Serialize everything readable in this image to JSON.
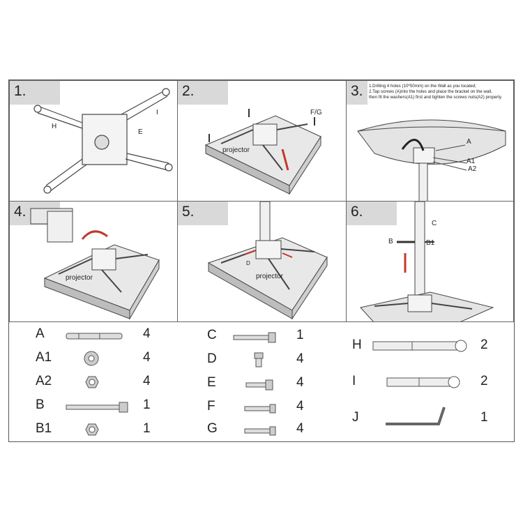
{
  "steps": [
    {
      "number": "1.",
      "labels": {
        "h": "H",
        "i": "I",
        "e": "E"
      }
    },
    {
      "number": "2.",
      "labels": {
        "projector": "projector",
        "fg": "F/G"
      }
    },
    {
      "number": "3.",
      "instructions": [
        "1.Drilling 4 holes (10*50mm) on the Wall as you located;",
        "2.Tap screws (A)into the holes and place the bracket on the wall,",
        "then fit the washers(A1) first and tighten the screws nuts(A2) properly."
      ],
      "labels": {
        "a": "A",
        "a1": "A1",
        "a2": "A2"
      }
    },
    {
      "number": "4.",
      "labels": {
        "projector": "projector"
      }
    },
    {
      "number": "5.",
      "labels": {
        "projector": "projector",
        "d": "D"
      }
    },
    {
      "number": "6.",
      "labels": {
        "b": "B",
        "b1": "B1",
        "c": "C"
      }
    }
  ],
  "parts_left": [
    {
      "letter": "A",
      "qty": "4",
      "icon": "long-bolt-icon"
    },
    {
      "letter": "A1",
      "qty": "4",
      "icon": "washer-icon"
    },
    {
      "letter": "A2",
      "qty": "4",
      "icon": "nut-icon"
    },
    {
      "letter": "B",
      "qty": "1",
      "icon": "hex-bolt-icon"
    },
    {
      "letter": "B1",
      "qty": "1",
      "icon": "hex-nut-icon"
    }
  ],
  "parts_mid": [
    {
      "letter": "C",
      "qty": "1",
      "icon": "screw-icon"
    },
    {
      "letter": "D",
      "qty": "4",
      "icon": "short-screw-icon"
    },
    {
      "letter": "E",
      "qty": "4",
      "icon": "screw-icon"
    },
    {
      "letter": "F",
      "qty": "4",
      "icon": "screw-icon"
    },
    {
      "letter": "G",
      "qty": "4",
      "icon": "screw-icon"
    }
  ],
  "parts_right": [
    {
      "letter": "H",
      "qty": "2",
      "icon": "arm-bracket-icon"
    },
    {
      "letter": "I",
      "qty": "2",
      "icon": "arm-bracket-icon"
    },
    {
      "letter": "J",
      "qty": "1",
      "icon": "hex-key-icon"
    }
  ]
}
